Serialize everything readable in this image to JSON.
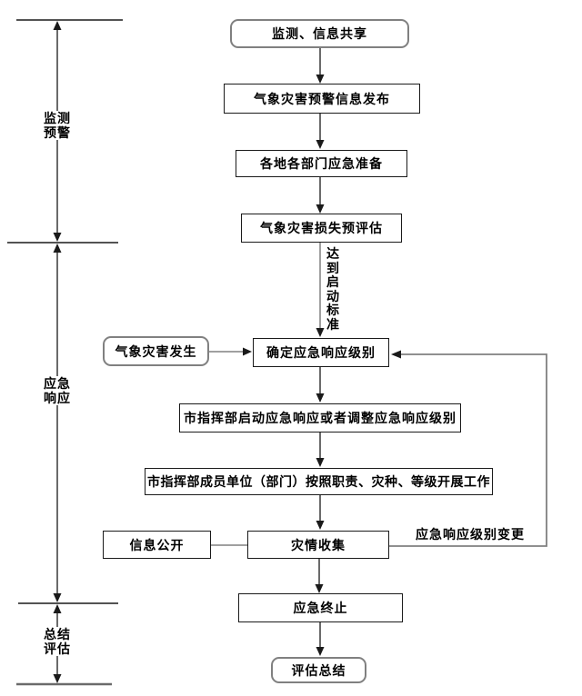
{
  "diagram": {
    "phases": [
      {
        "label": "监测\n预警"
      },
      {
        "label": "应急\n响应"
      },
      {
        "label": "总结\n评估"
      }
    ],
    "nodes": {
      "monitor_share": "监测、信息共享",
      "warning_release": "气象灾害预警信息发布",
      "dept_prepare": "各地各部门应急准备",
      "loss_preassess": "气象灾害损失预评估",
      "disaster_occur": "气象灾害发生",
      "determine_level": "确定应急响应级别",
      "launch_adjust_response": "市指挥部启动应急响应或者调整应急响应级别",
      "members_work": "市指挥部成员单位（部门）按照职责、灾种、等级开展工作",
      "info_public": "信息公开",
      "disaster_collect": "灾情收集",
      "emergency_end": "应急终止",
      "evaluate_summary": "评估总结"
    },
    "edge_labels": {
      "reach_standard": "达到启动标准",
      "level_change": "应急响应级别变更"
    }
  },
  "colors": {
    "line_dark": "#1a1a1a",
    "line_gray": "#808080",
    "text": "#000000",
    "background": "#ffffff"
  }
}
